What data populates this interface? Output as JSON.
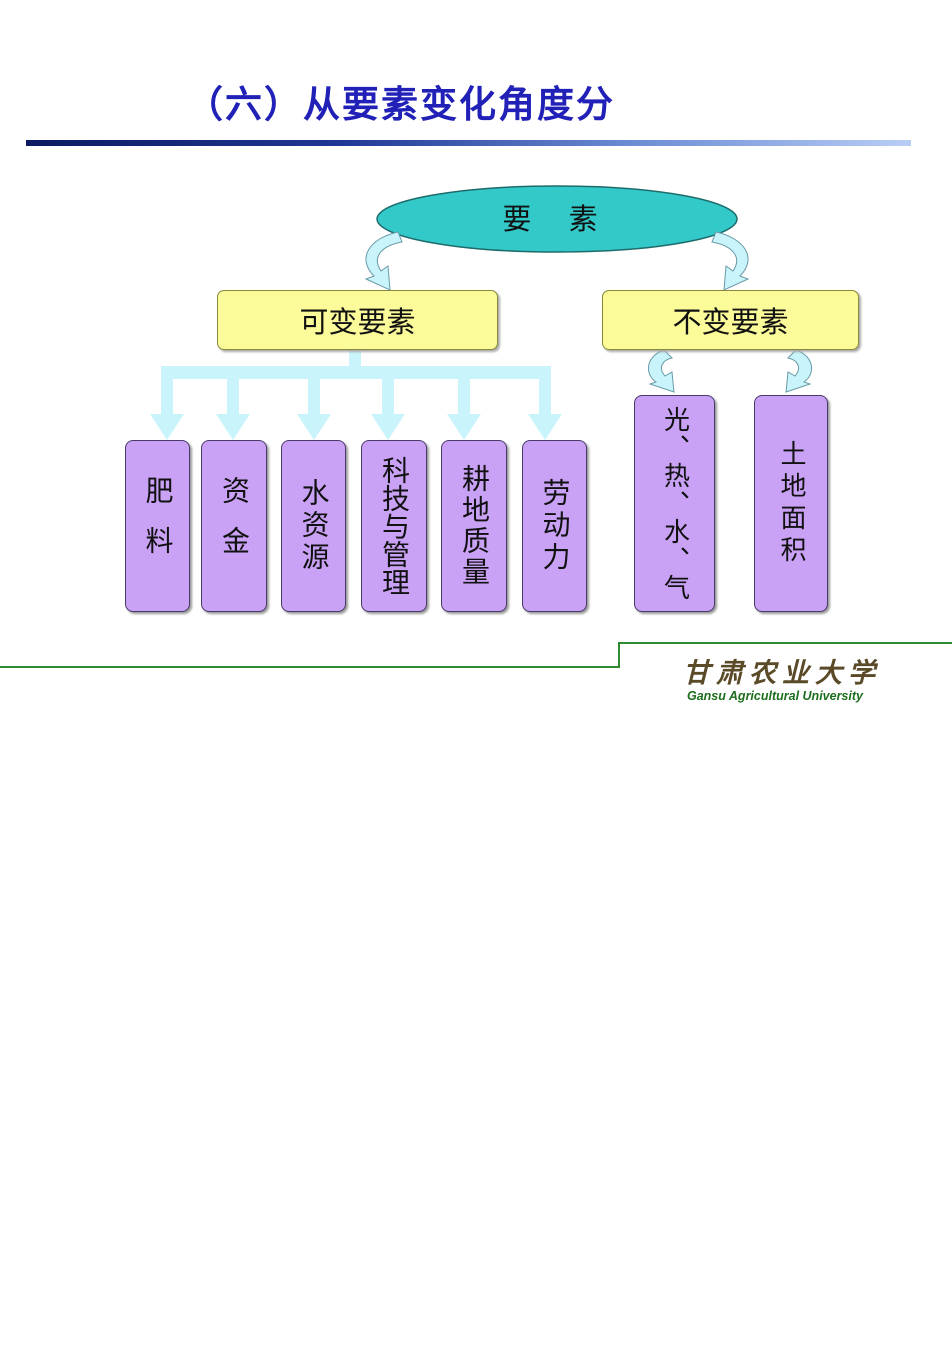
{
  "title": "（六）从要素变化角度分",
  "root": {
    "label": "要 素"
  },
  "groups": {
    "variable": {
      "label": "可变要素"
    },
    "fixed": {
      "label": "不变要素"
    }
  },
  "variable_items": [
    "肥料",
    "资金",
    "水资源",
    "科技与管理",
    "耕地质量",
    "劳动力"
  ],
  "fixed_items": [
    "光、热、水、气",
    "土地面积"
  ],
  "logo": {
    "cn": "甘肃农业大学",
    "en": "Gansu Agricultural University"
  },
  "colors": {
    "title": "#2121b8",
    "root_fill": "#33c9c9",
    "group_fill": "#fbfb9a",
    "leaf_fill": "#c9a2f5",
    "connector": "#c9f4fb",
    "accent_green": "#2e8b2e"
  }
}
